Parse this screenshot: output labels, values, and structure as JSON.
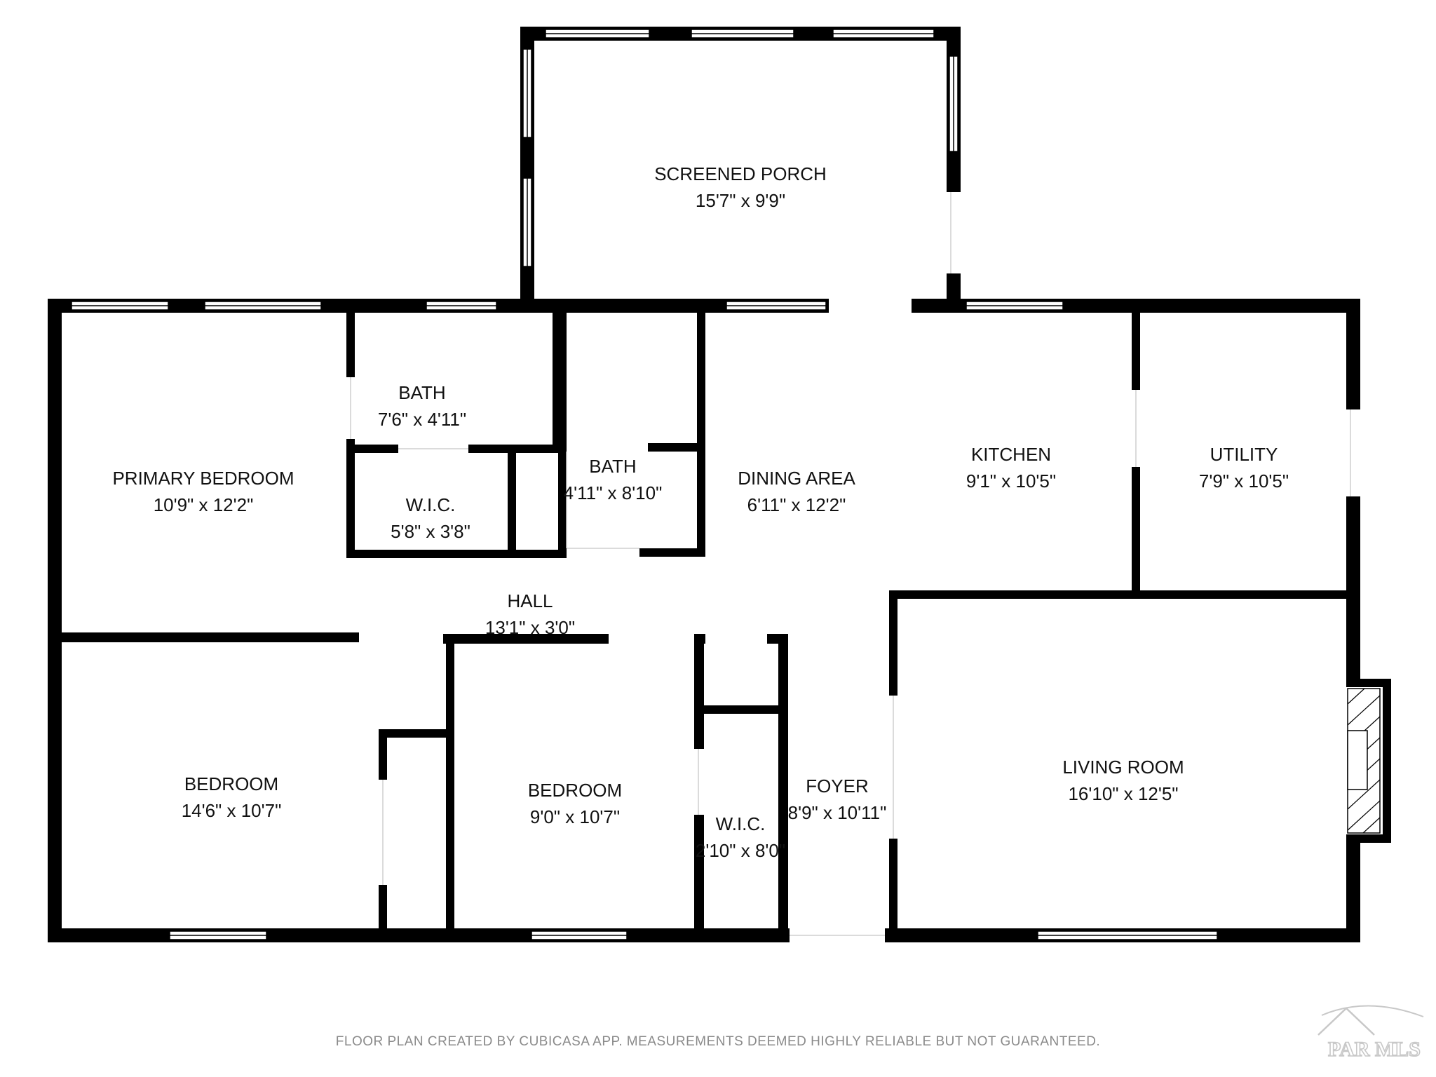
{
  "rooms": {
    "screened_porch": {
      "name": "SCREENED PORCH",
      "dims": "15'7\" x 9'9\""
    },
    "primary_bedroom": {
      "name": "PRIMARY BEDROOM",
      "dims": "10'9\" x 12'2\""
    },
    "bath_1": {
      "name": "BATH",
      "dims": "7'6\" x 4'11\""
    },
    "wic_1": {
      "name": "W.I.C.",
      "dims": "5'8\" x 3'8\""
    },
    "bath_2": {
      "name": "BATH",
      "dims": "4'11\" x 8'10\""
    },
    "dining_area": {
      "name": "DINING AREA",
      "dims": "6'11\" x 12'2\""
    },
    "kitchen": {
      "name": "KITCHEN",
      "dims": "9'1\" x 10'5\""
    },
    "utility": {
      "name": "UTILITY",
      "dims": "7'9\" x 10'5\""
    },
    "hall": {
      "name": "HALL",
      "dims": "13'1\" x 3'0\""
    },
    "bedroom_1": {
      "name": "BEDROOM",
      "dims": "14'6\" x 10'7\""
    },
    "bedroom_2": {
      "name": "BEDROOM",
      "dims": "9'0\" x 10'7\""
    },
    "wic_2": {
      "name": "W.I.C.",
      "dims": "2'10\" x 8'0\""
    },
    "foyer": {
      "name": "FOYER",
      "dims": "8'9\" x 10'11\""
    },
    "living_room": {
      "name": "LIVING ROOM",
      "dims": "16'10\" x 12'5\""
    }
  },
  "footer": {
    "disclaimer": "FLOOR PLAN CREATED BY CUBICASA APP. MEASUREMENTS DEEMED HIGHLY RELIABLE BUT NOT GUARANTEED."
  },
  "watermark": {
    "text": "PAR MLS"
  },
  "colors": {
    "wall": "#000000",
    "background": "#ffffff",
    "footer_text": "#8a8a8a",
    "watermark": "#c8c8c8"
  }
}
